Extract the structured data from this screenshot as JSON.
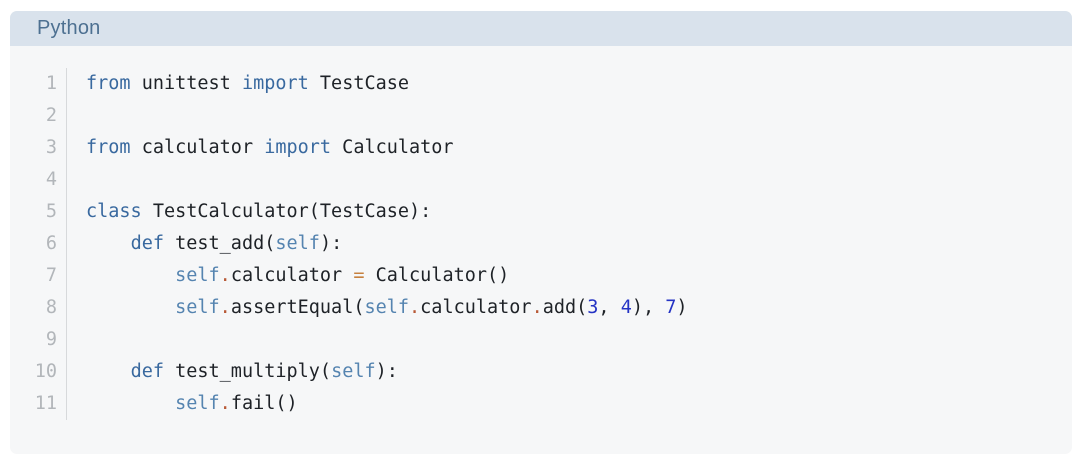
{
  "code_block": {
    "language_label": "Python",
    "colors": {
      "header_bg": "#d9e2ec",
      "header_text": "#4d7091",
      "body_bg": "#f6f7f8",
      "line_number": "#b2b6ba",
      "separator": "#d7d9db",
      "plain": "#1e2227",
      "keyword": "#39699f",
      "self": "#5584b0",
      "dot": "#b85936",
      "operator": "#c6813f",
      "number": "#2433c4"
    },
    "lines": [
      {
        "num": "1",
        "tokens": [
          [
            "kw",
            "from"
          ],
          [
            "plain",
            " unittest "
          ],
          [
            "kw",
            "import"
          ],
          [
            "plain",
            " TestCase"
          ]
        ]
      },
      {
        "num": "2",
        "tokens": []
      },
      {
        "num": "3",
        "tokens": [
          [
            "kw",
            "from"
          ],
          [
            "plain",
            " calculator "
          ],
          [
            "kw",
            "import"
          ],
          [
            "plain",
            " Calculator"
          ]
        ]
      },
      {
        "num": "4",
        "tokens": []
      },
      {
        "num": "5",
        "tokens": [
          [
            "kw",
            "class"
          ],
          [
            "plain",
            " TestCalculator(TestCase):"
          ]
        ]
      },
      {
        "num": "6",
        "tokens": [
          [
            "plain",
            "    "
          ],
          [
            "kw",
            "def"
          ],
          [
            "plain",
            " test_add("
          ],
          [
            "self",
            "self"
          ],
          [
            "plain",
            "):"
          ]
        ]
      },
      {
        "num": "7",
        "tokens": [
          [
            "plain",
            "        "
          ],
          [
            "self",
            "self"
          ],
          [
            "dot",
            "."
          ],
          [
            "plain",
            "calculator "
          ],
          [
            "op",
            "="
          ],
          [
            "plain",
            " Calculator()"
          ]
        ]
      },
      {
        "num": "8",
        "tokens": [
          [
            "plain",
            "        "
          ],
          [
            "self",
            "self"
          ],
          [
            "dot",
            "."
          ],
          [
            "plain",
            "assertEqual("
          ],
          [
            "self",
            "self"
          ],
          [
            "dot",
            "."
          ],
          [
            "plain",
            "calculator"
          ],
          [
            "dot",
            "."
          ],
          [
            "plain",
            "add("
          ],
          [
            "num",
            "3"
          ],
          [
            "plain",
            ", "
          ],
          [
            "num",
            "4"
          ],
          [
            "plain",
            "), "
          ],
          [
            "num",
            "7"
          ],
          [
            "plain",
            ")"
          ]
        ]
      },
      {
        "num": "9",
        "tokens": []
      },
      {
        "num": "10",
        "tokens": [
          [
            "plain",
            "    "
          ],
          [
            "kw",
            "def"
          ],
          [
            "plain",
            " test_multiply("
          ],
          [
            "self",
            "self"
          ],
          [
            "plain",
            "):"
          ]
        ]
      },
      {
        "num": "11",
        "tokens": [
          [
            "plain",
            "        "
          ],
          [
            "self",
            "self"
          ],
          [
            "dot",
            "."
          ],
          [
            "plain",
            "fail()"
          ]
        ]
      }
    ]
  }
}
